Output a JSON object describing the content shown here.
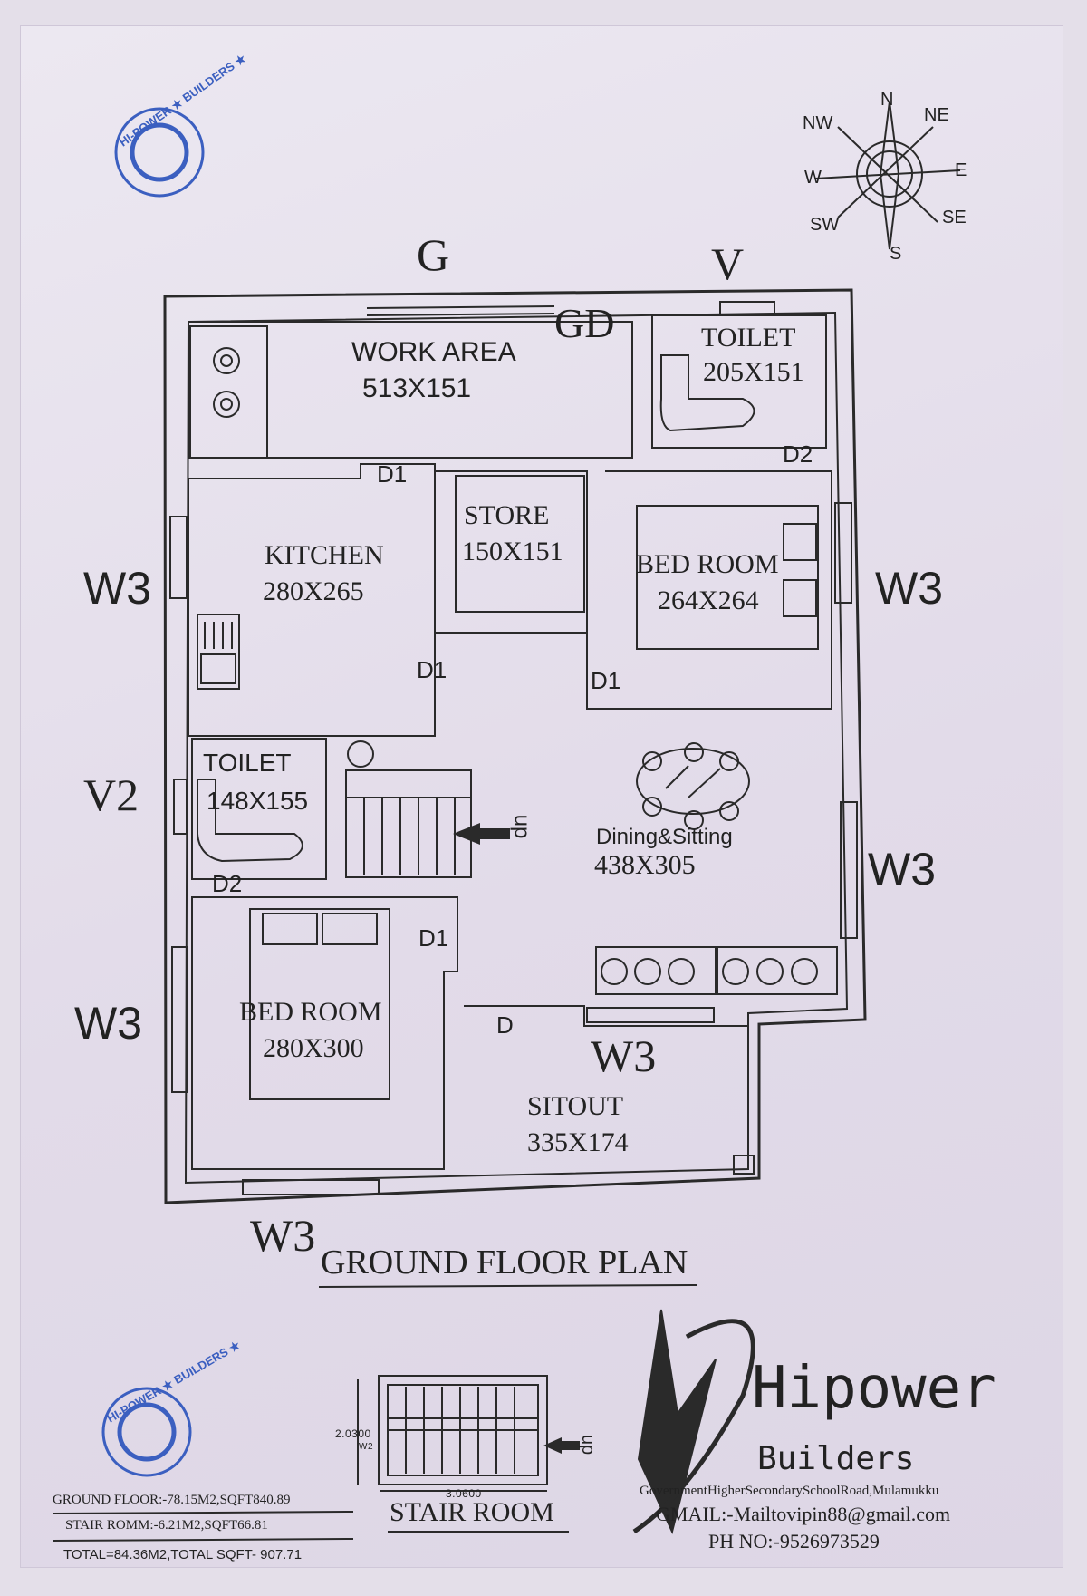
{
  "plan": {
    "title": "GROUND FLOOR PLAN",
    "rooms": {
      "work_area": {
        "name": "WORK AREA",
        "dim": "513X151"
      },
      "toilet_top": {
        "name": "TOILET",
        "dim": "205X151"
      },
      "kitchen": {
        "name": "KITCHEN",
        "dim": "280X265"
      },
      "store": {
        "name": "STORE",
        "dim": "150X151"
      },
      "bedroom_right": {
        "name": "BED ROOM",
        "dim": "264X264"
      },
      "toilet_left": {
        "name": "TOILET",
        "dim": "148X155"
      },
      "dining": {
        "name": "Dining&Sitting",
        "dim": "438X305"
      },
      "bedroom_left": {
        "name": "BED ROOM",
        "dim": "280X300"
      },
      "sitout": {
        "name": "SITOUT",
        "dim": "335X174"
      }
    },
    "openings": {
      "g": "G",
      "v": "V",
      "gd": "GD",
      "v2": "V2",
      "w3": "W3",
      "d1": "D1",
      "d2": "D2",
      "d": "D",
      "up": "up"
    }
  },
  "compass": {
    "n": "N",
    "ne": "NE",
    "e": "E",
    "se": "SE",
    "s": "S",
    "sw": "SW",
    "w": "W",
    "nw": "NW"
  },
  "stair_room": {
    "title": "STAIR ROOM",
    "width": "3.0600",
    "depth": "2.0300",
    "w2": "W2",
    "up": "up"
  },
  "areas": {
    "ground": "GROUND FLOOR:-78.15M2,SQFT840.89",
    "stair": "STAIR ROMM:-6.21M2,SQFT66.81",
    "total": "TOTAL=84.36M2,TOTAL SQFT- 907.71"
  },
  "company": {
    "name": "Hipower",
    "sub": "Builders",
    "address": "GovernmentHigherSecondarySchoolRoad,Mulamukku",
    "email": "GMAIL:-Mailtovipin88@gmail.com",
    "phone": "PH NO:-9526973529",
    "stamp": "HI-POWER ★ BUILDERS ★"
  },
  "colors": {
    "ink": "#222222",
    "stamp": "#3b5fc0"
  }
}
